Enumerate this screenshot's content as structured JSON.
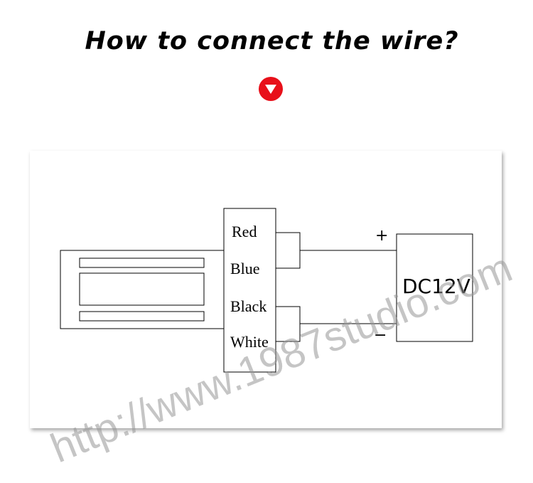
{
  "title": "How to connect the wire?",
  "icons": {
    "down": "down-triangle-icon"
  },
  "colors": {
    "badge": "#e8101a"
  },
  "diagram": {
    "wires": [
      {
        "label": "Red"
      },
      {
        "label": "Blue"
      },
      {
        "label": "Black"
      },
      {
        "label": "White"
      }
    ],
    "power_supply": {
      "label": "DC12V",
      "plus": "+",
      "minus": "−"
    }
  },
  "watermark": "http://www.1987studio.com"
}
